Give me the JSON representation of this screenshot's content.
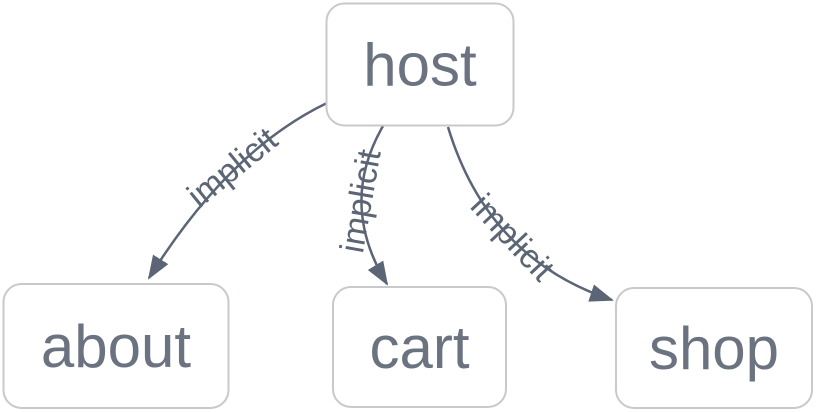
{
  "diagram": {
    "type": "graph",
    "nodes": [
      {
        "id": "host",
        "label": "host"
      },
      {
        "id": "about",
        "label": "about"
      },
      {
        "id": "cart",
        "label": "cart"
      },
      {
        "id": "shop",
        "label": "shop"
      }
    ],
    "edges": [
      {
        "from": "host",
        "to": "about",
        "label": "implicit"
      },
      {
        "from": "host",
        "to": "cart",
        "label": "implicit"
      },
      {
        "from": "host",
        "to": "shop",
        "label": "implicit"
      }
    ],
    "colors": {
      "background": "#ffffff",
      "node_fill": "#ffffff",
      "node_border": "#c8c9cb",
      "node_text": "#6b7280",
      "edge": "#5b6575",
      "edge_label": "#5b6575"
    }
  }
}
